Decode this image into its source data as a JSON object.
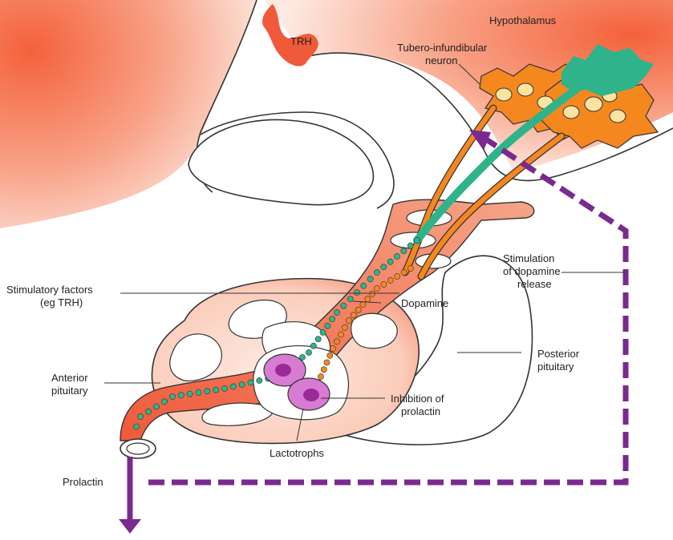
{
  "labels": {
    "hypothalamus": "Hypothalamus",
    "trh": "TRH",
    "neuron": [
      "Tubero-infundibular",
      "neuron"
    ],
    "stimulation": [
      "Stimulation",
      "of dopamine",
      "release"
    ],
    "stimulatory_factors": [
      "Stimulatory factors",
      "(eg TRH)"
    ],
    "dopamine": "Dopamine",
    "anterior_pituitary": [
      "Anterior",
      "pituitary"
    ],
    "posterior_pituitary": [
      "Posterior",
      "pituitary"
    ],
    "inhibition": [
      "Inhibition of",
      "prolactin"
    ],
    "lactotrophs": "Lactotrophs",
    "prolactin": "Prolactin"
  },
  "colors": {
    "hypothalamus": "#f4613a",
    "vessel": "#ef5a3a",
    "neuron": "#f5871f",
    "neuron_nucleus": "#fbe3a0",
    "stimulatory_pathway": "#2fb38a",
    "feedback_arrow": "#7a2a8e",
    "lactotroph": "#d77bd3",
    "lactotroph_nucleus": "#9a2a98",
    "outline": "#333333"
  }
}
